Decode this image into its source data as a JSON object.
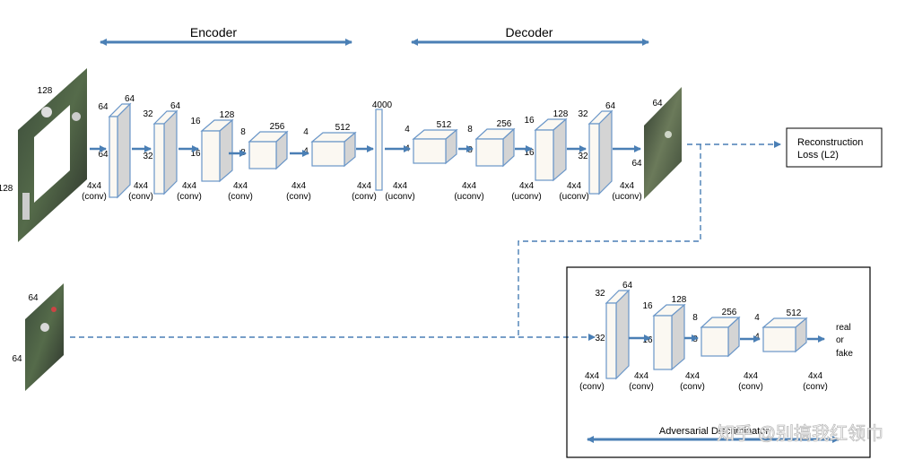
{
  "diagram": {
    "encoder_label": "Encoder",
    "decoder_label": "Decoder",
    "reconstruction_loss": [
      "Reconstruction",
      "Loss (L2)"
    ],
    "discriminator_label": "Adversarial Discriminator",
    "watermark": "知乎 @别搞我红领巾",
    "input_image": {
      "size_top": "128",
      "size_left": "128"
    },
    "output_image": {
      "size": "64"
    },
    "real_image": {
      "size_top": "64",
      "size_left": "64"
    },
    "bottleneck": {
      "label": "4000",
      "op": "4x4",
      "op2": "(conv)"
    },
    "encoder_blocks": [
      {
        "channels": "64",
        "height": "64",
        "width": "64",
        "op": "4x4",
        "op2": "(conv)"
      },
      {
        "channels": "64",
        "height": "32",
        "width": "32",
        "op": "4x4",
        "op2": "(conv)"
      },
      {
        "channels": "128",
        "height": "16",
        "width": "16",
        "op": "4x4",
        "op2": "(conv)"
      },
      {
        "channels": "256",
        "height": "8",
        "width": "8",
        "op": "4x4",
        "op2": "(conv)"
      },
      {
        "channels": "512",
        "height": "4",
        "width": "4",
        "op": "4x4",
        "op2": "(conv)"
      }
    ],
    "decoder_blocks": [
      {
        "channels": "512",
        "height": "4",
        "width": "4",
        "op": "4x4",
        "op2": "(uconv)"
      },
      {
        "channels": "256",
        "height": "8",
        "width": "8",
        "op": "4x4",
        "op2": "(uconv)"
      },
      {
        "channels": "128",
        "height": "16",
        "width": "16",
        "op": "4x4",
        "op2": "(uconv)"
      },
      {
        "channels": "64",
        "height": "32",
        "width": "32",
        "op": "4x4",
        "op2": "(uconv)"
      },
      {
        "channels": "64",
        "height": "64",
        "width": "",
        "op": "4x4",
        "op2": "(uconv)"
      }
    ],
    "disc_blocks": [
      {
        "channels": "64",
        "height": "32",
        "width": "32",
        "op": "4x4",
        "op2": "(conv)"
      },
      {
        "channels": "128",
        "height": "16",
        "width": "16",
        "op": "4x4",
        "op2": "(conv)"
      },
      {
        "channels": "256",
        "height": "8",
        "width": "8",
        "op": "4x4",
        "op2": "(conv)"
      },
      {
        "channels": "512",
        "height": "4",
        "width": "4",
        "op": "4x4",
        "op2": "(conv)"
      }
    ],
    "disc_last_op": "4x4",
    "disc_last_op2": "(conv)",
    "real_or_fake": [
      "real",
      "or",
      "fake"
    ],
    "colors": {
      "arrow": "#4a7fb5",
      "box_stroke": "#6a96c8",
      "box_fill": "#fbf8f2",
      "side_fill": "#d4d4d4"
    }
  }
}
